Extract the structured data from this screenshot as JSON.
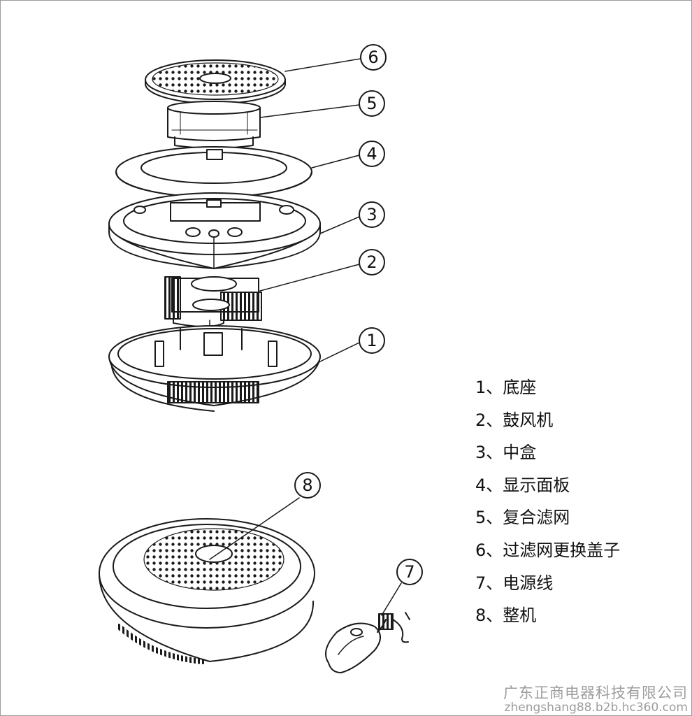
{
  "callouts": [
    "1",
    "2",
    "3",
    "4",
    "5",
    "6",
    "7",
    "8"
  ],
  "legend": [
    "1、底座",
    "2、鼓风机",
    "3、中盒",
    "4、显示面板",
    "5、复合滤网",
    "6、过滤网更换盖子",
    "7、电源线",
    "8、整机"
  ],
  "watermark": {
    "company": "广东正商电器科技有限公司",
    "site": "zhengshang88.b2b.hc360.com"
  },
  "colors": {
    "line": "#1a1a1a",
    "watermark": "#9c9c9c"
  }
}
